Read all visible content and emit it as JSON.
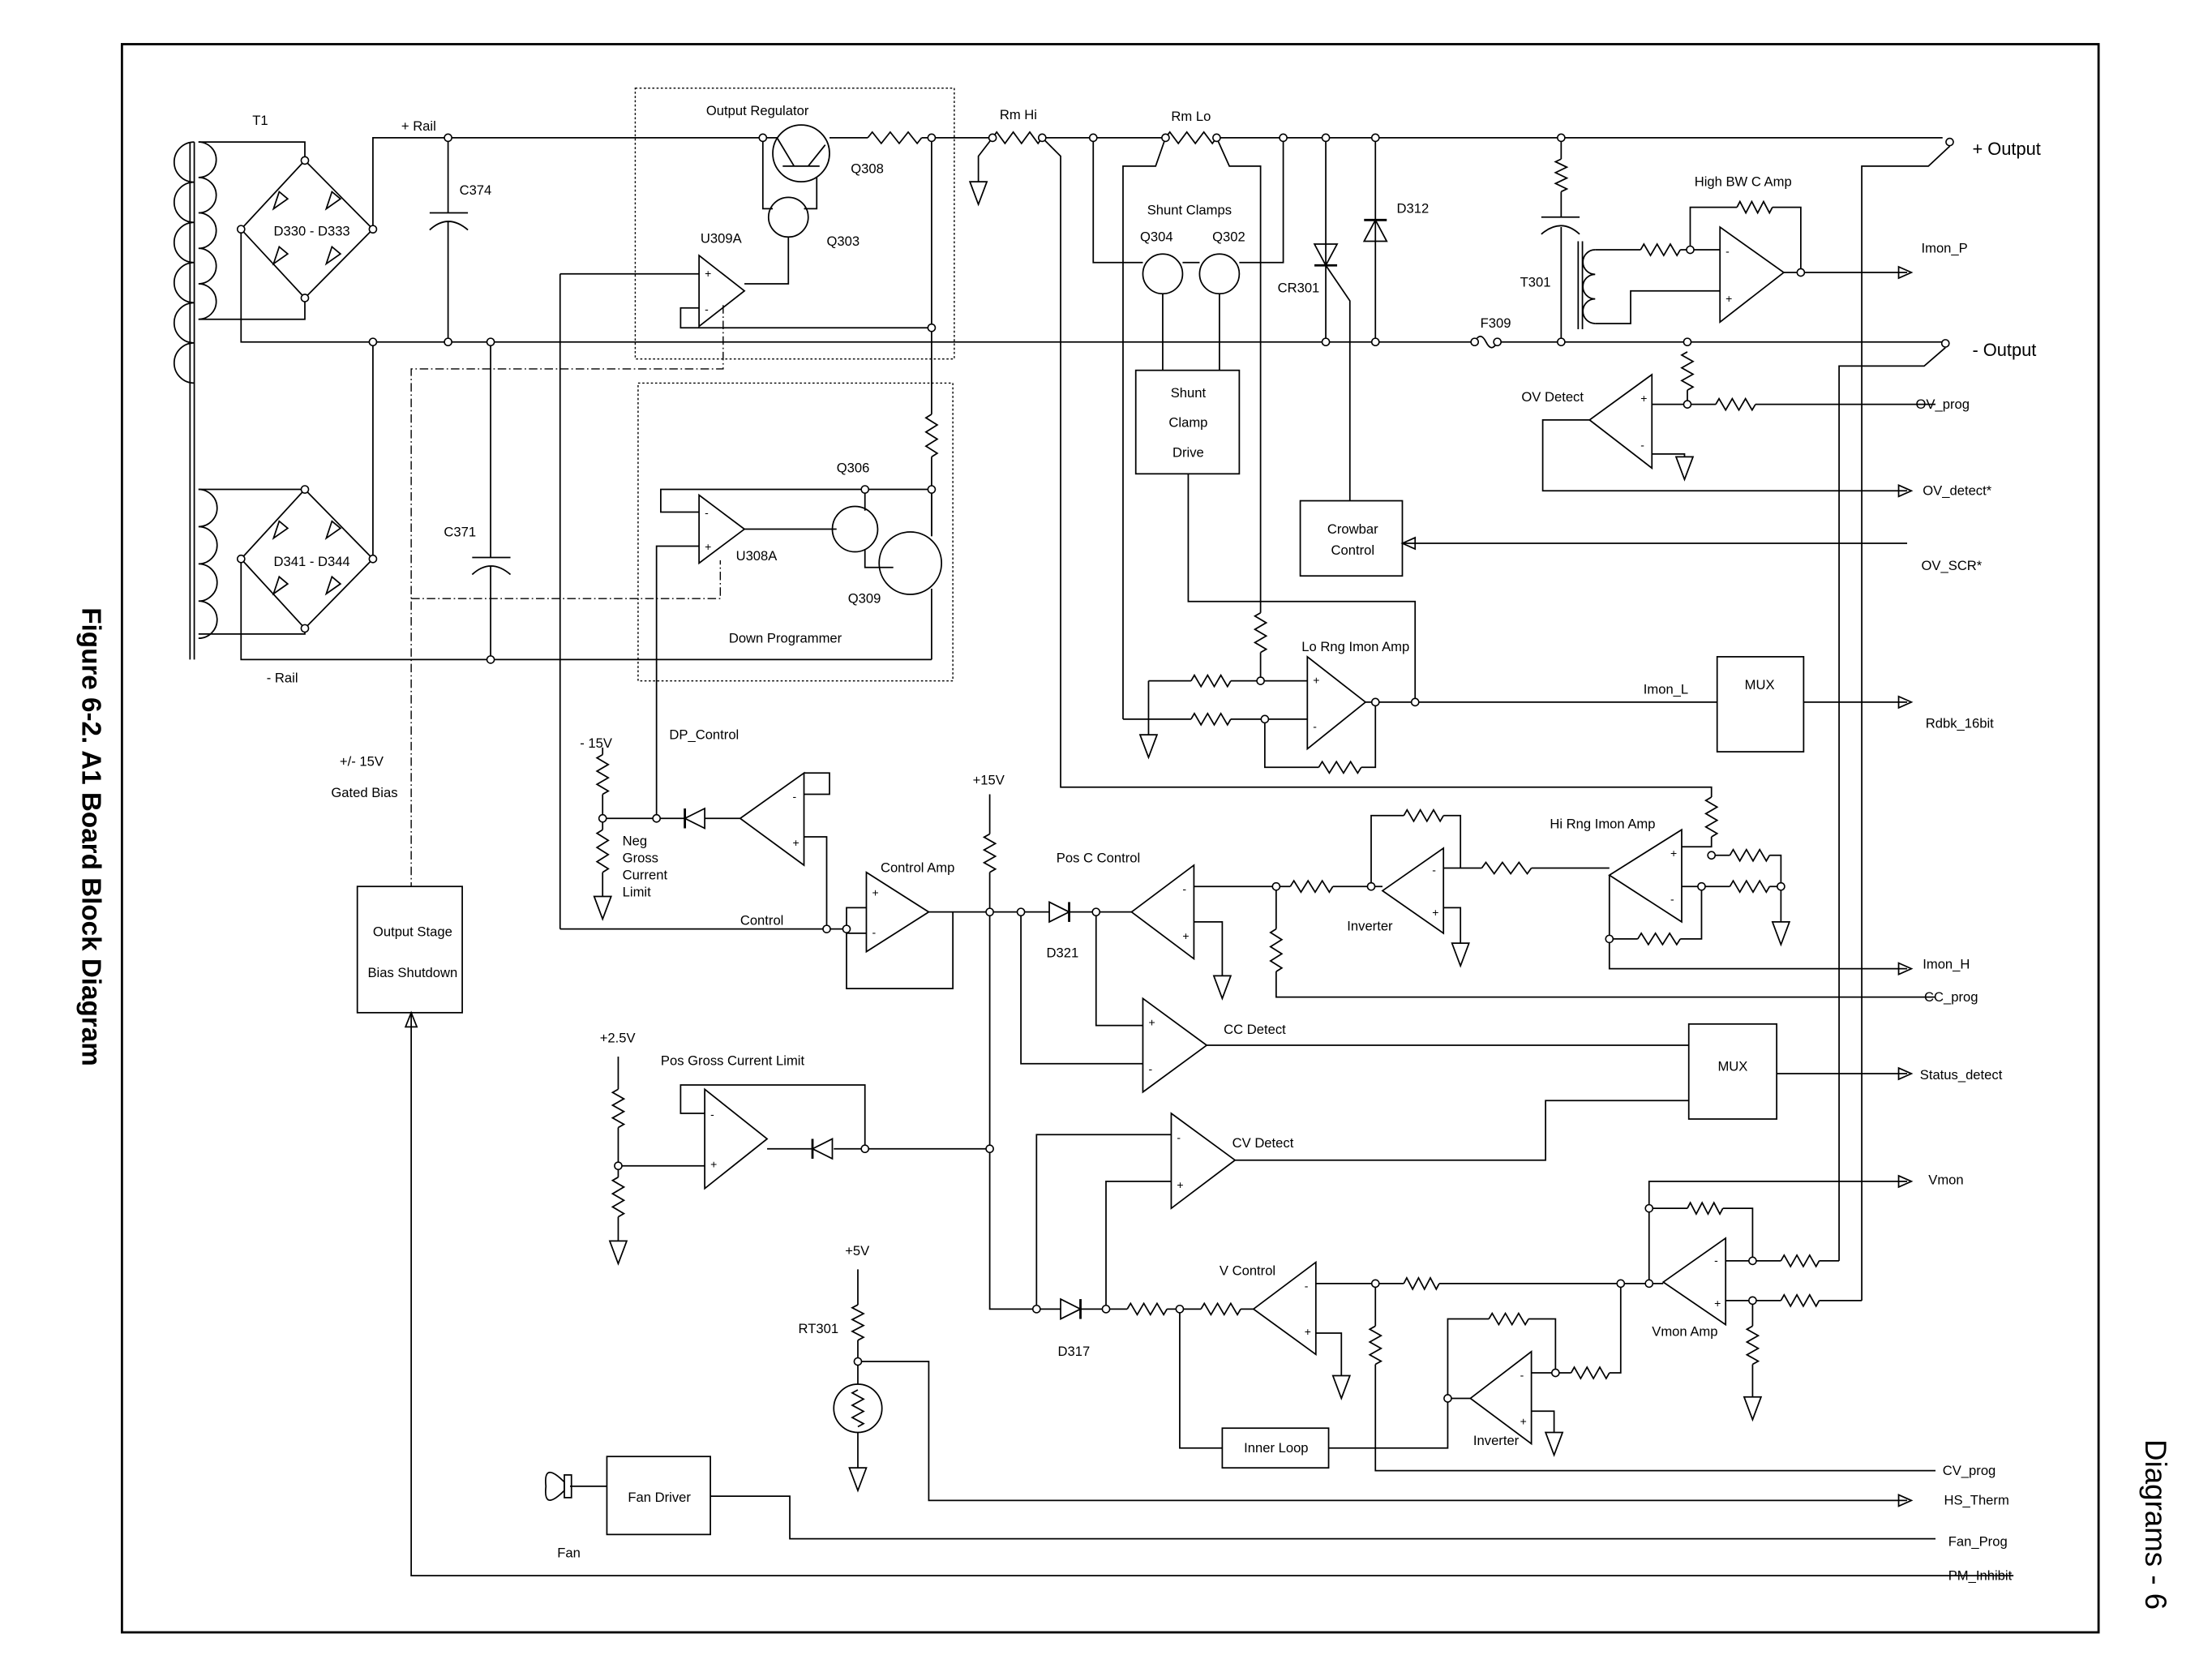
{
  "figure_title": "Figure 6-2. A1 Board Block Diagram",
  "page_label": "Diagrams - 6",
  "labels": {
    "t1": "T1",
    "plus_rail": "+ Rail",
    "minus_rail": "- Rail",
    "c374": "C374",
    "c371": "C371",
    "bridge1": "D330 - D333",
    "bridge2": "D341 - D344",
    "output_regulator": "Output Regulator",
    "q308": "Q308",
    "q303": "Q303",
    "u309a": "U309A",
    "down_programmer": "Down Programmer",
    "q306": "Q306",
    "q309": "Q309",
    "u308a": "U308A",
    "rm_hi": "Rm Hi",
    "rm_lo": "Rm Lo",
    "shunt_clamps": "Shunt Clamps",
    "q304": "Q304",
    "q302": "Q302",
    "d312": "D312",
    "cr301": "CR301",
    "t301": "T301",
    "f309": "F309",
    "high_bw_c_amp": "High BW C Amp",
    "ov_detect": "OV Detect",
    "shunt_clamp_drive": [
      "Shunt",
      "Clamp",
      "Drive"
    ],
    "crowbar_control": [
      "Crowbar",
      "Control"
    ],
    "lo_rng_imon_amp": "Lo Rng Imon Amp",
    "imon_l": "Imon_L",
    "mux1": "MUX",
    "minus_15v": "- 15V",
    "dp_control": "DP_Control",
    "gated_bias": [
      "+/- 15V",
      "Gated Bias"
    ],
    "neg_gross_current_limit": [
      "Neg",
      "Gross",
      "Current",
      "Limit"
    ],
    "plus_15v": "+15V",
    "control_amp": "Control Amp",
    "control": "Control",
    "pos_c_control": "Pos C Control",
    "d321": "D321",
    "inverter1": "Inverter",
    "hi_rng_imon_amp": "Hi Rng Imon Amp",
    "output_stage_bias_shutdown": [
      "Output Stage",
      "Bias Shutdown"
    ],
    "cc_detect": "CC Detect",
    "mux2": "MUX",
    "plus_2_5v": "+2.5V",
    "pos_gross_current_limit": "Pos Gross Current Limit",
    "cv_detect": "CV Detect",
    "v_control": "V Control",
    "d317": "D317",
    "vmon_amp": "Vmon Amp",
    "inverter2": "Inverter",
    "inner_loop": "Inner Loop",
    "plus_5v": "+5V",
    "rt301": "RT301",
    "fan_driver": "Fan Driver",
    "fan": "Fan"
  },
  "terminals": {
    "plus_output": "+ Output",
    "minus_output": "- Output",
    "imon_p": "Imon_P",
    "ov_prog": "OV_prog",
    "ov_detect": "OV_detect*",
    "ov_scr": "OV_SCR*",
    "rdbk_16bit": "Rdbk_16bit",
    "imon_h": "Imon_H",
    "cc_prog": "CC_prog",
    "status_detect": "Status_detect",
    "vmon": "Vmon",
    "cv_prog": "CV_prog",
    "hs_therm": "HS_Therm",
    "fan_prog": "Fan_Prog",
    "pm_inhibit": "PM_Inhibit"
  }
}
